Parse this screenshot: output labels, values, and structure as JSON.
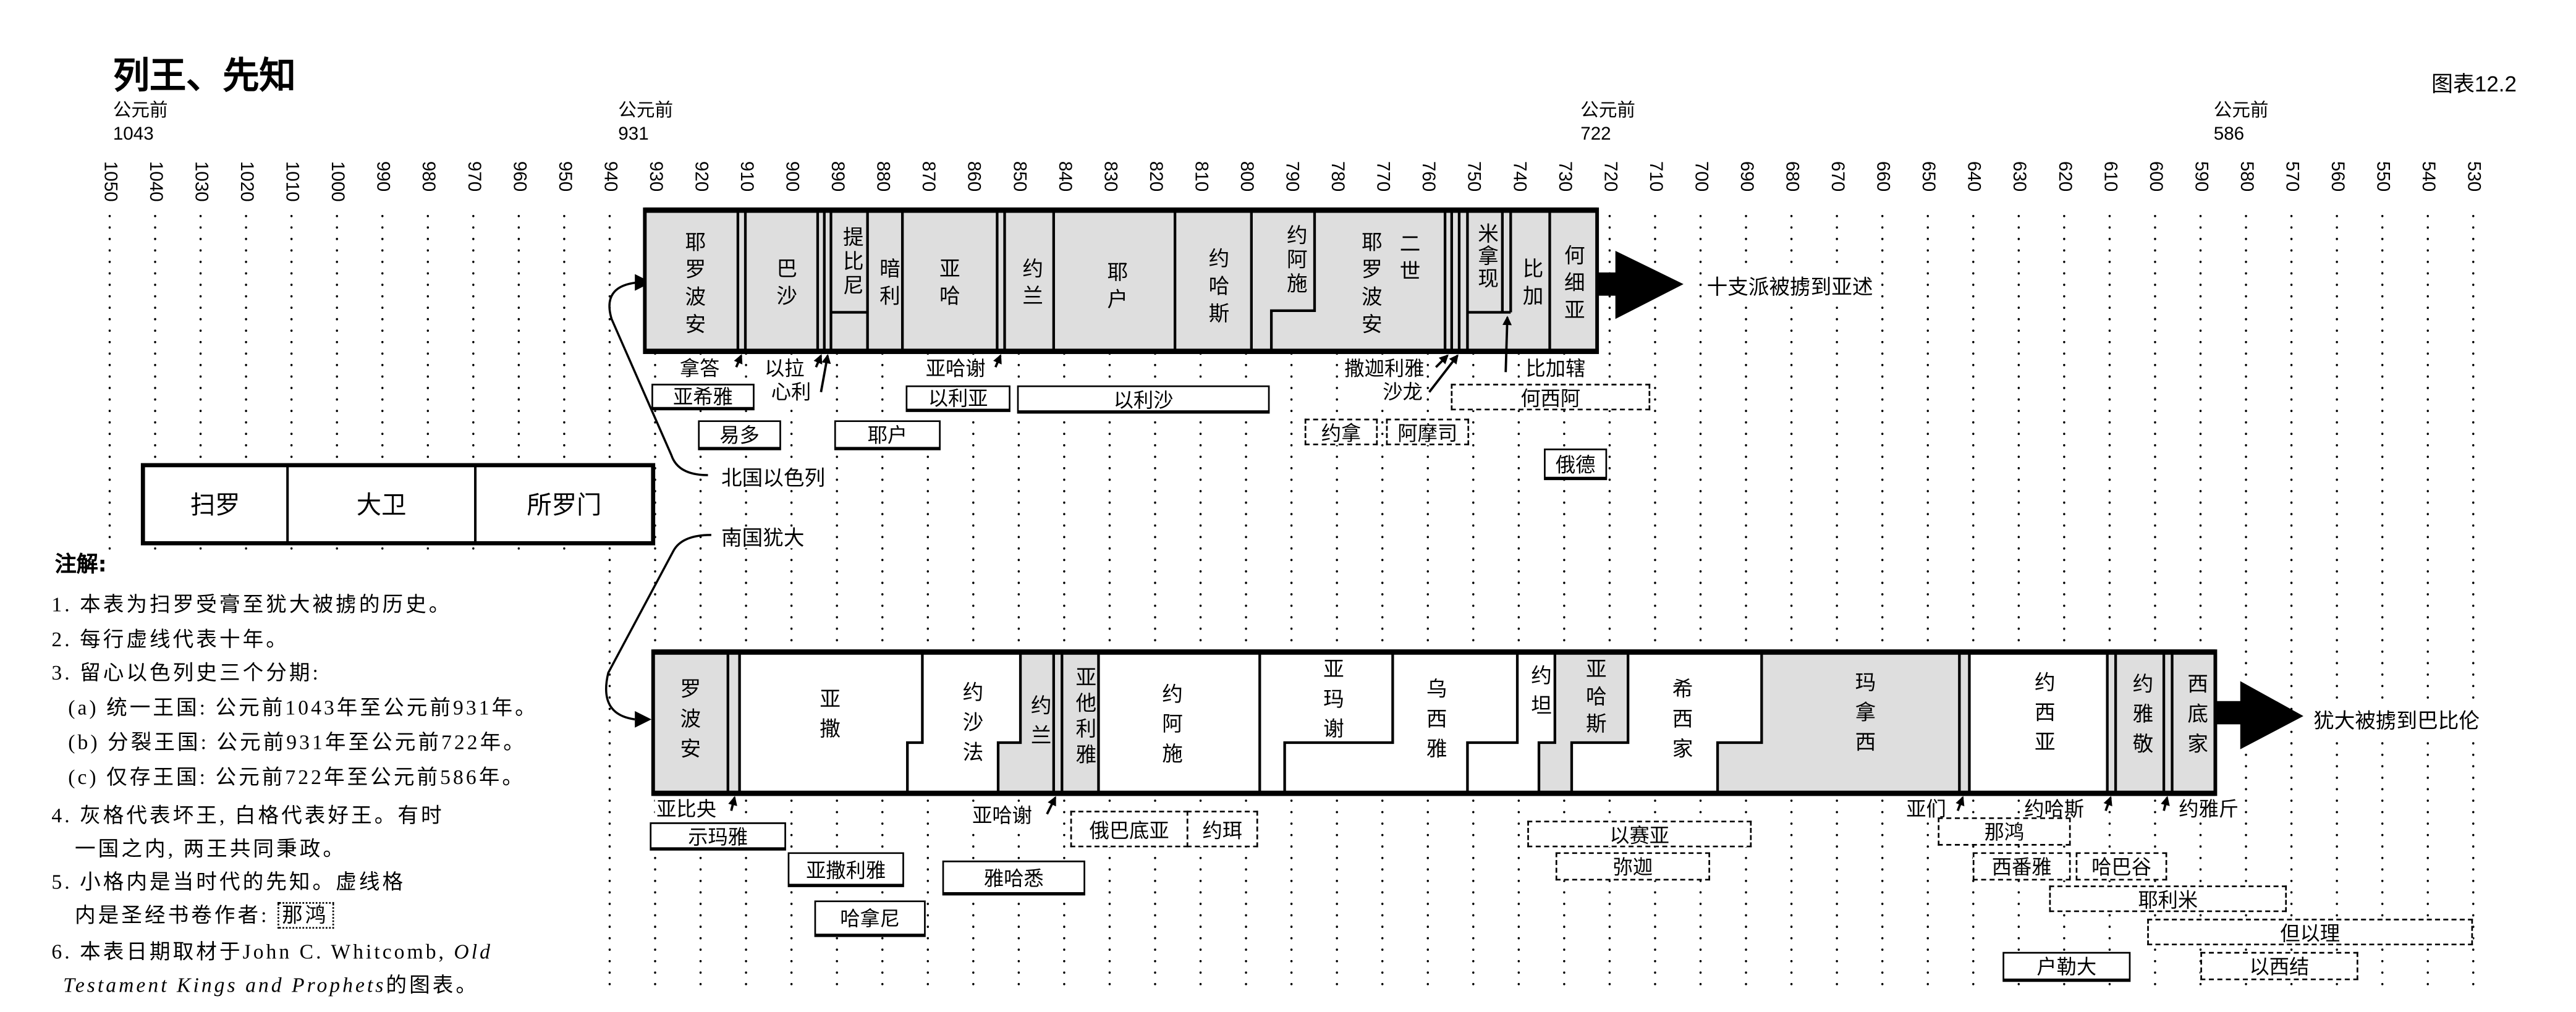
{
  "title": "列王、先知",
  "chart_id": "图表12.2",
  "era_markers": [
    {
      "label": "公元前",
      "year": "1043"
    },
    {
      "label": "公元前",
      "year": "931"
    },
    {
      "label": "公元前",
      "year": "722"
    },
    {
      "label": "公元前",
      "year": "586"
    }
  ],
  "years": [
    "1050",
    "1040",
    "1030",
    "1020",
    "1010",
    "1000",
    "990",
    "980",
    "970",
    "960",
    "950",
    "940",
    "930",
    "920",
    "910",
    "900",
    "890",
    "880",
    "870",
    "860",
    "850",
    "840",
    "830",
    "820",
    "810",
    "800",
    "790",
    "780",
    "770",
    "760",
    "750",
    "740",
    "730",
    "720",
    "710",
    "700",
    "690",
    "680",
    "670",
    "660",
    "650",
    "640",
    "630",
    "620",
    "610",
    "600",
    "590",
    "580",
    "570",
    "560",
    "550",
    "540",
    "530"
  ],
  "united": {
    "kings": [
      "扫罗",
      "大卫",
      "所罗门"
    ]
  },
  "north": {
    "label": "北国以色列",
    "kings": [
      "耶罗波安",
      "巴沙",
      "提比尼",
      "暗利",
      "亚哈",
      "约兰",
      "耶户",
      "约哈斯",
      "约阿施",
      "耶罗波安",
      "二世",
      "米拿现",
      "比加",
      "何细亚"
    ],
    "minor_kings": [
      "拿答",
      "以拉",
      "心利",
      "亚哈谢",
      "撒迦利雅",
      "沙龙",
      "比加辖"
    ],
    "prophets": [
      "亚希雅",
      "易多",
      "耶户",
      "以利亚",
      "以利沙",
      "约拿",
      "阿摩司",
      "何西阿",
      "俄德"
    ],
    "exile": "十支派被掳到亚述"
  },
  "south": {
    "label": "南国犹大",
    "kings": [
      "罗波安",
      "亚撒",
      "约沙法",
      "约兰",
      "亚他利雅",
      "约阿施",
      "亚玛谢",
      "乌西雅",
      "约坦",
      "亚哈斯",
      "希西家",
      "玛拿西",
      "约西亚",
      "约雅敬",
      "西底家"
    ],
    "minor_kings": [
      "亚比央",
      "亚哈谢",
      "亚们",
      "约哈斯",
      "约雅斤"
    ],
    "prophets": [
      "示玛雅",
      "亚撒利雅",
      "哈拿尼",
      "雅哈悉",
      "俄巴底亚",
      "约珥",
      "以赛亚",
      "弥迦",
      "那鸿",
      "西番雅",
      "哈巴谷",
      "耶利米",
      "但以理",
      "户勒大",
      "以西结"
    ],
    "exile": "犹大被掳到巴比伦"
  },
  "notes": {
    "heading": "注解:",
    "n1": "1. 本表为扫罗受膏至犹大被掳的历史。",
    "n2": "2. 每行虚线代表十年。",
    "n3": "3. 留心以色列史三个分期:",
    "n3a": "(a) 统一王国: 公元前1043年至公元前931年。",
    "n3b": "(b) 分裂王国: 公元前931年至公元前722年。",
    "n3c": "(c) 仅存王国: 公元前722年至公元前586年。",
    "n4a": "4. 灰格代表坏王, 白格代表好王。有时",
    "n4b": "一国之内, 两王共同秉政。",
    "n5a": "5. 小格内是当时代的先知。虚线格",
    "n5b": "内是圣经书卷作者:",
    "n5_example": "那鸿",
    "n6_prefix": "6. 本表日期取材于John C. Whitcomb, ",
    "n6_italic1": "Old",
    "n6_italic2": "Testament Kings and Prophets",
    "n6_suffix": "的图表。"
  },
  "colors": {
    "bad_king": "#dedede",
    "good_king": "#ffffff",
    "line": "#000000"
  }
}
